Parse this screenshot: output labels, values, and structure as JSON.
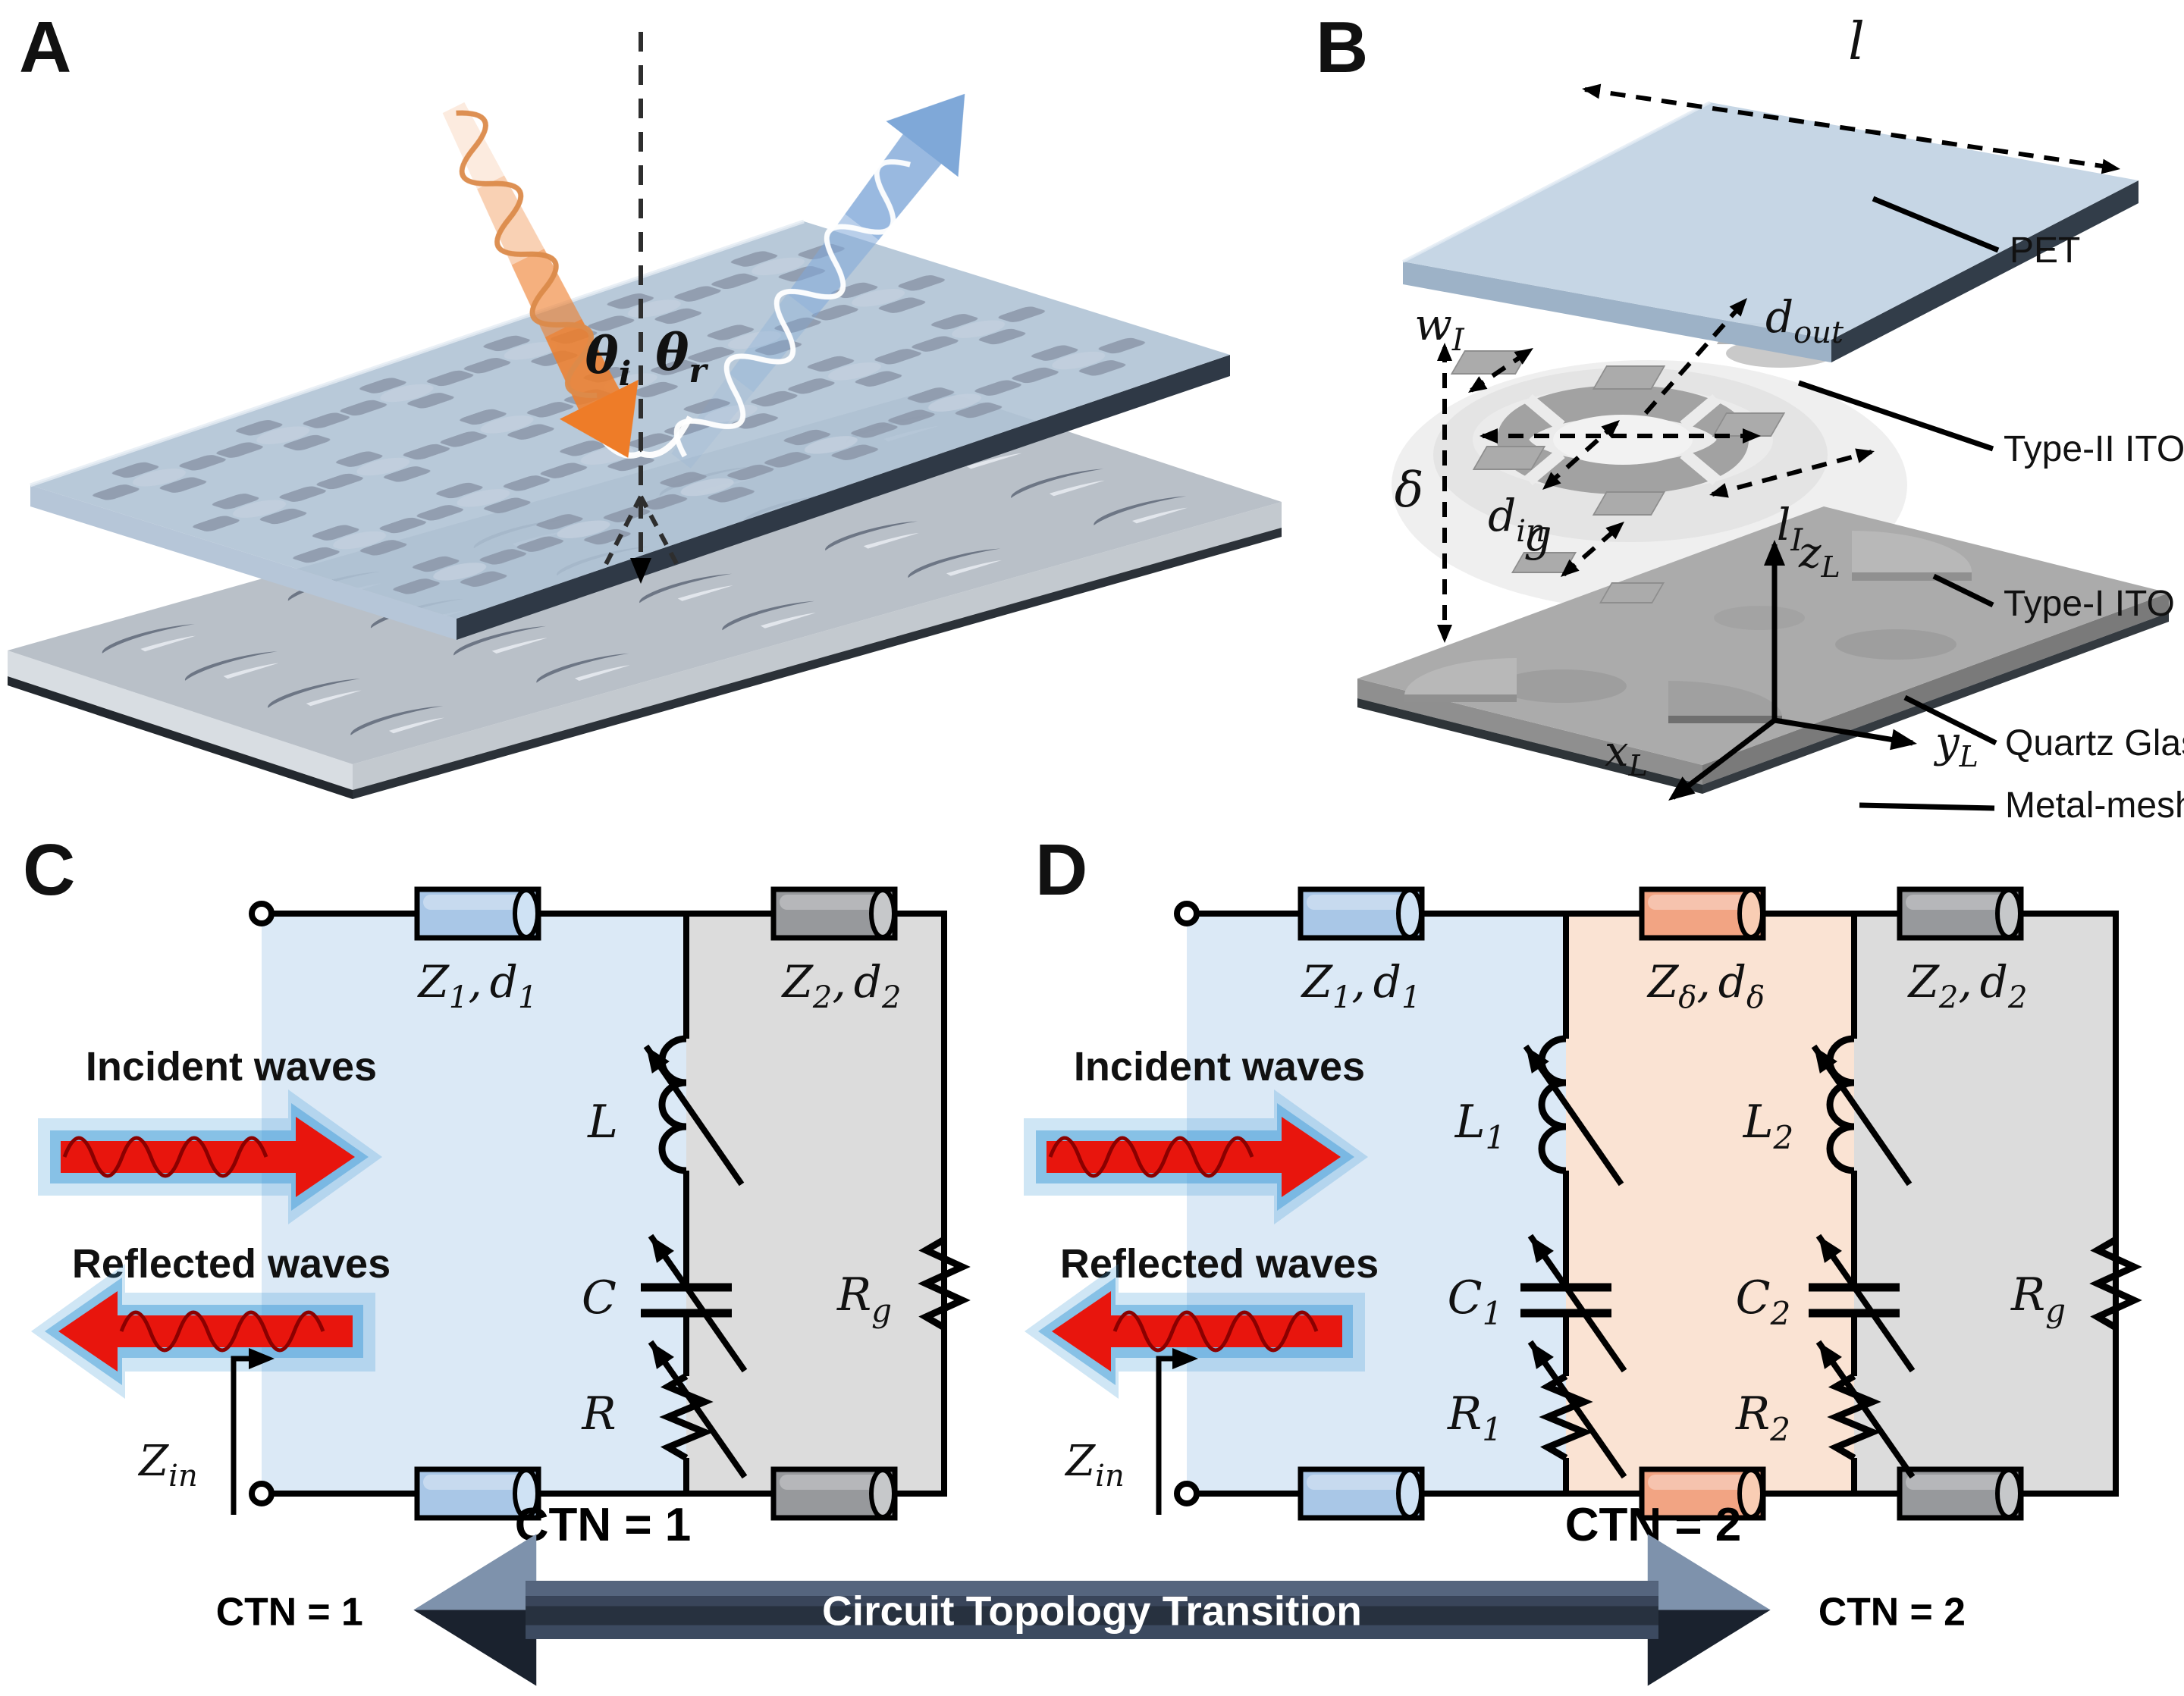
{
  "colors": {
    "region_blue": "#dbe9f6",
    "region_peach": "#fae3d3",
    "region_gray": "#dcdcdc",
    "tl_blue": "#a9c7e7",
    "tl_orange": "#f2a483",
    "tl_gray": "#97999c",
    "wave_red": "#e8150d",
    "glow_blue": "#3f9bd8",
    "transition_navy": "#27313f",
    "incident_orange": "#ee7c28",
    "reflected_blue": "#7fa8d8"
  },
  "panel_a": {
    "label": "A",
    "theta_i": {
      "b": "θ",
      "s": "i"
    },
    "theta_r": {
      "b": "θ",
      "s": "r"
    }
  },
  "panel_b": {
    "label": "B",
    "dims": {
      "l": "l",
      "w_i": {
        "b": "w",
        "s": "I"
      },
      "d_out": {
        "b": "d",
        "s": "out"
      },
      "d_in": {
        "b": "d",
        "s": "in"
      },
      "l_i": {
        "b": "l",
        "s": "I"
      },
      "delta": "δ",
      "g": "g"
    },
    "axes": {
      "z": {
        "b": "z",
        "s": "L"
      },
      "y": {
        "b": "y",
        "s": "L"
      },
      "x": {
        "b": "x",
        "s": "L"
      }
    },
    "layers": {
      "pet": "PET",
      "type2": "Type-II ITO",
      "type1": "Type-I ITO",
      "quartz": "Quartz Glass",
      "mesh": "Metal-mesh"
    }
  },
  "panel_c": {
    "label": "C",
    "tl1": {
      "b1": "Z",
      "s1": "1",
      "mid": ",",
      "b2": "d",
      "s2": "1"
    },
    "tl2": {
      "b1": "Z",
      "s1": "2",
      "mid": ",",
      "b2": "d",
      "s2": "2"
    },
    "inductor": "L",
    "capacitor": "C",
    "resistor": "R",
    "rg": {
      "b": "R",
      "s": "g"
    },
    "incident": "Incident waves",
    "reflected": "Reflected waves",
    "zin": {
      "b": "Z",
      "s": "in"
    },
    "ctn": "CTN = 1"
  },
  "panel_d": {
    "label": "D",
    "tl1": {
      "b1": "Z",
      "s1": "1",
      "mid": ",",
      "b2": "d",
      "s2": "1"
    },
    "tld": {
      "b1": "Z",
      "s1": "δ",
      "mid": ",",
      "b2": "d",
      "s2": "δ"
    },
    "tl2": {
      "b1": "Z",
      "s1": "2",
      "mid": ",",
      "b2": "d",
      "s2": "2"
    },
    "l1": {
      "b": "L",
      "s": "1"
    },
    "c1": {
      "b": "C",
      "s": "1"
    },
    "r1": {
      "b": "R",
      "s": "1"
    },
    "l2": {
      "b": "L",
      "s": "2"
    },
    "c2": {
      "b": "C",
      "s": "2"
    },
    "r2": {
      "b": "R",
      "s": "2"
    },
    "rg": {
      "b": "R",
      "s": "g"
    },
    "incident": "Incident waves",
    "reflected": "Reflected waves",
    "zin": {
      "b": "Z",
      "s": "in"
    },
    "ctn": "CTN = 2"
  },
  "transition": {
    "left": "CTN = 1",
    "right": "CTN = 2",
    "title": "Circuit Topology Transition"
  }
}
